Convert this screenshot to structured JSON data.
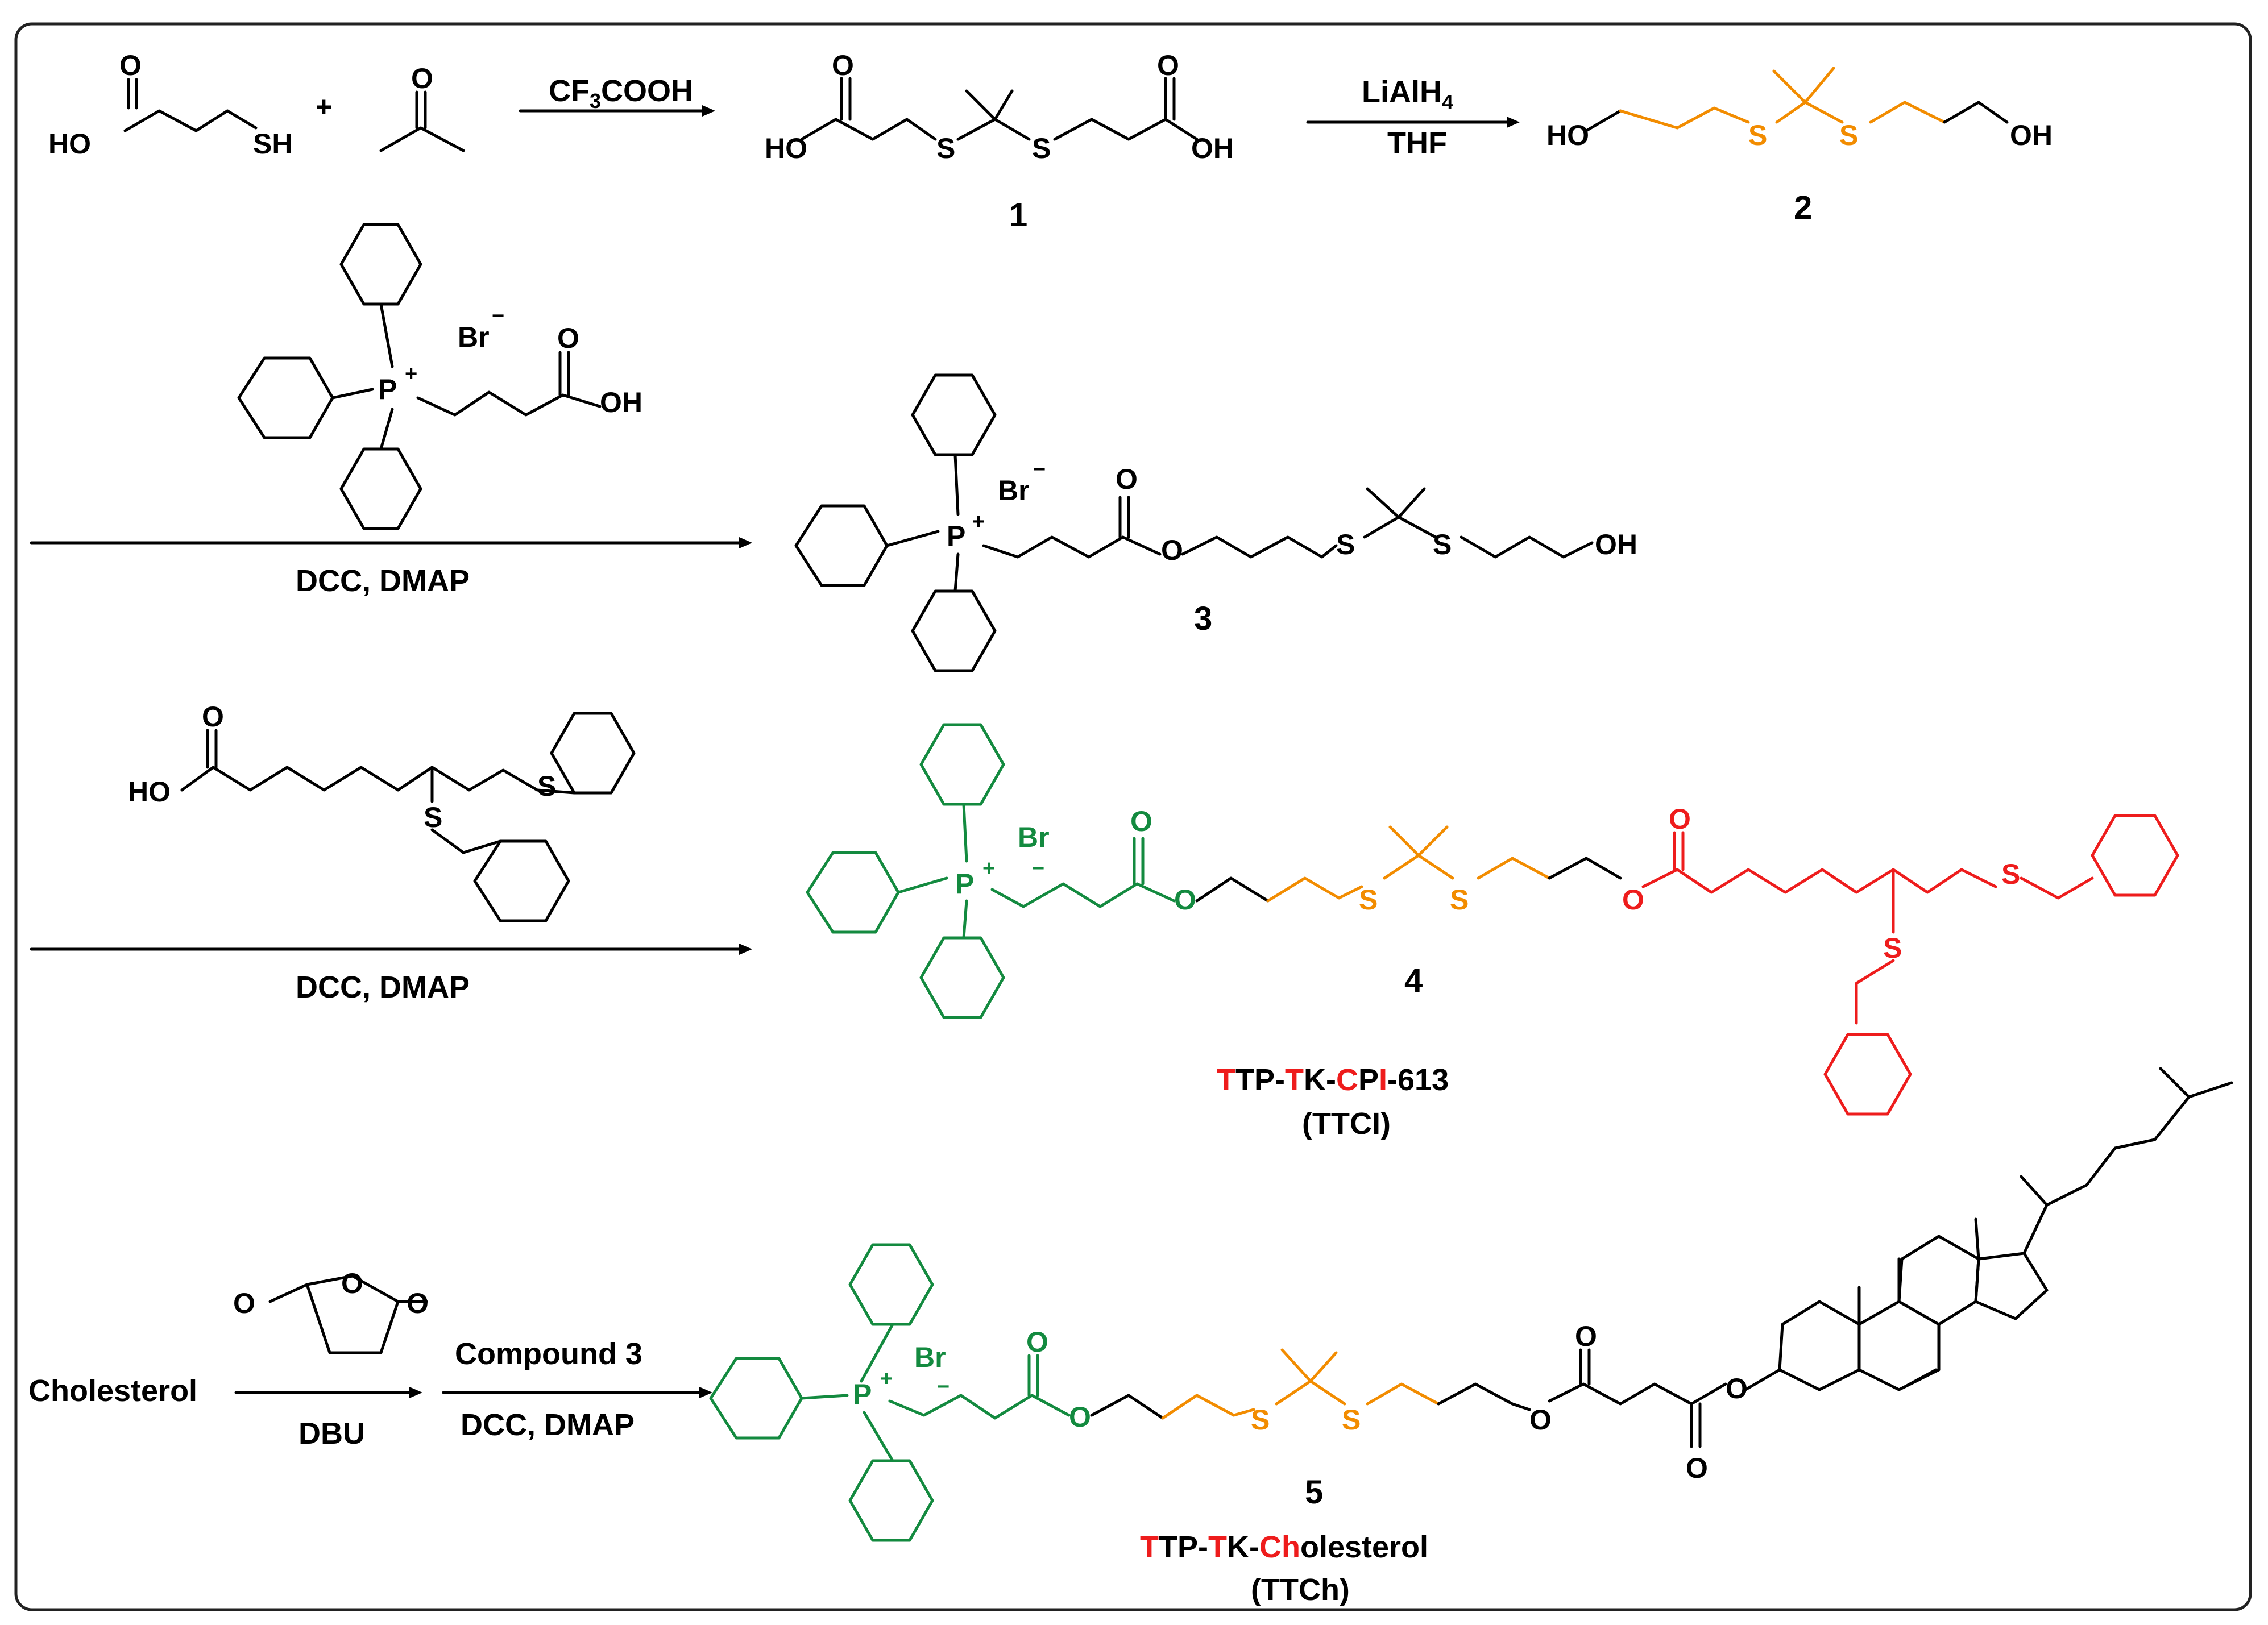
{
  "atoms": {
    "O": "O",
    "OH": "OH",
    "HO": "HO",
    "SH": "SH",
    "S": "S",
    "P": "P",
    "Br": "Br",
    "plus": "+",
    "minus": "−"
  },
  "text": {
    "plus_sign": "+",
    "cf3cooh_a": "CF",
    "cf3cooh_sub": "3",
    "cf3cooh_b": "COOH",
    "lialh4_a": "LiAlH",
    "lialh4_sub": "4",
    "thf": "THF",
    "dcc_dmap": "DCC, DMAP",
    "cholesterol": "Cholesterol",
    "dbu": "DBU",
    "compound3": "Compound 3",
    "n1": "1",
    "n2": "2",
    "n3": "3",
    "n4": "4",
    "n5": "5",
    "ttci_name": [
      "T",
      "TP-",
      "T",
      "K-",
      "C",
      "P",
      "I",
      "-613"
    ],
    "ttci_abbr": "(TTCI)",
    "ttch_name": [
      "T",
      "TP-",
      "T",
      "K-",
      "Ch",
      "olesterol"
    ],
    "ttch_abbr": "(TTCh)"
  },
  "colors": {
    "black": "#000000",
    "orange": "#f28c00",
    "green": "#138a3f",
    "red": "#ee1c1c"
  }
}
